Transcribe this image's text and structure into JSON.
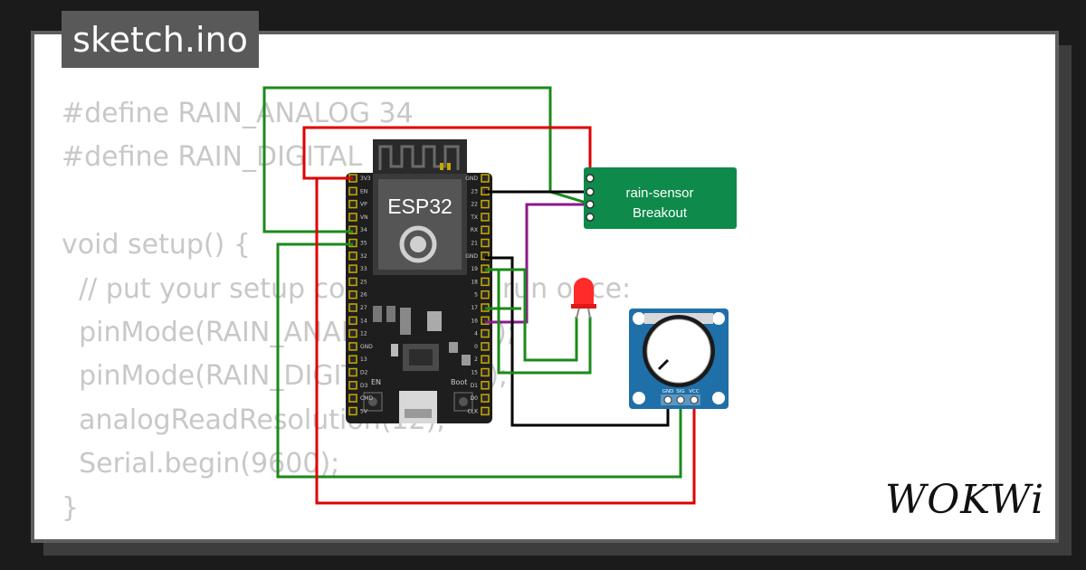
{
  "file_tab": {
    "label": "sketch.ino"
  },
  "code_lines": [
    "#define RAIN_ANALOG 34",
    "#define RAIN_DIGITAL",
    "",
    "void setup() {",
    "  // put your setup code here, to run once:",
    "  pinMode(RAIN_ANALOG, INPUT);",
    "  pinMode(RAIN_DIGITAL, INPUT);",
    "  analogReadResolution(12);",
    "  Serial.begin(9600);",
    "}"
  ],
  "esp32": {
    "chip_label": "ESP32",
    "en_label": "EN",
    "boot_label": "Boot",
    "left_pins": [
      "3V3",
      "EN",
      "VP",
      "VN",
      "34",
      "35",
      "32",
      "33",
      "25",
      "26",
      "27",
      "14",
      "12",
      "GND",
      "13",
      "D2",
      "D3",
      "CMD",
      "5V"
    ],
    "right_pins": [
      "GND",
      "23",
      "22",
      "TX",
      "RX",
      "21",
      "GND",
      "19",
      "18",
      "5",
      "17",
      "16",
      "4",
      "0",
      "2",
      "15",
      "D1",
      "D0",
      "CLK"
    ]
  },
  "rain_sensor": {
    "line1": "rain-sensor",
    "line2": "Breakout"
  },
  "potentiometer": {
    "pins": [
      "GND",
      "SIG",
      "VCC"
    ]
  },
  "brand": {
    "logo": "WOKWi"
  },
  "colors": {
    "wire_green": "#1a8a1a",
    "wire_red": "#e00000",
    "wire_black": "#000000",
    "wire_purple": "#8a1a8a",
    "sensor_board": "#0e8a4a",
    "pot_board": "#1f6fa8",
    "led": "#ff2a2a"
  }
}
